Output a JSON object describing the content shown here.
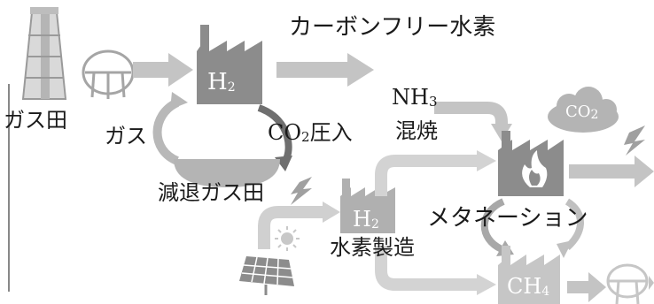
{
  "labels": {
    "gas_field": "ガス田",
    "carbon_free_hydrogen": "カーボンフリー水素",
    "gas": "ガス",
    "co2_injection_main": "CO",
    "co2_injection_sub": "2",
    "co2_injection_tail": "圧入",
    "depleted_gas_field": "減退ガス田",
    "nh3_main": "NH",
    "nh3_sub": "3",
    "cofiring": "混焼",
    "methanation": "メタネーション",
    "hydrogen_production": "水素製造"
  },
  "icon_text": {
    "h2_main": "H",
    "h2_sub": "2",
    "co2_main": "CO",
    "co2_sub": "2",
    "ch4_main": "CH",
    "ch4_sub": "4"
  },
  "colors": {
    "arrow": "#c4c4c4",
    "icon_dark": "#8c8c8c",
    "icon_mid": "#b0b0b0",
    "icon_light": "#d3d3d3"
  }
}
